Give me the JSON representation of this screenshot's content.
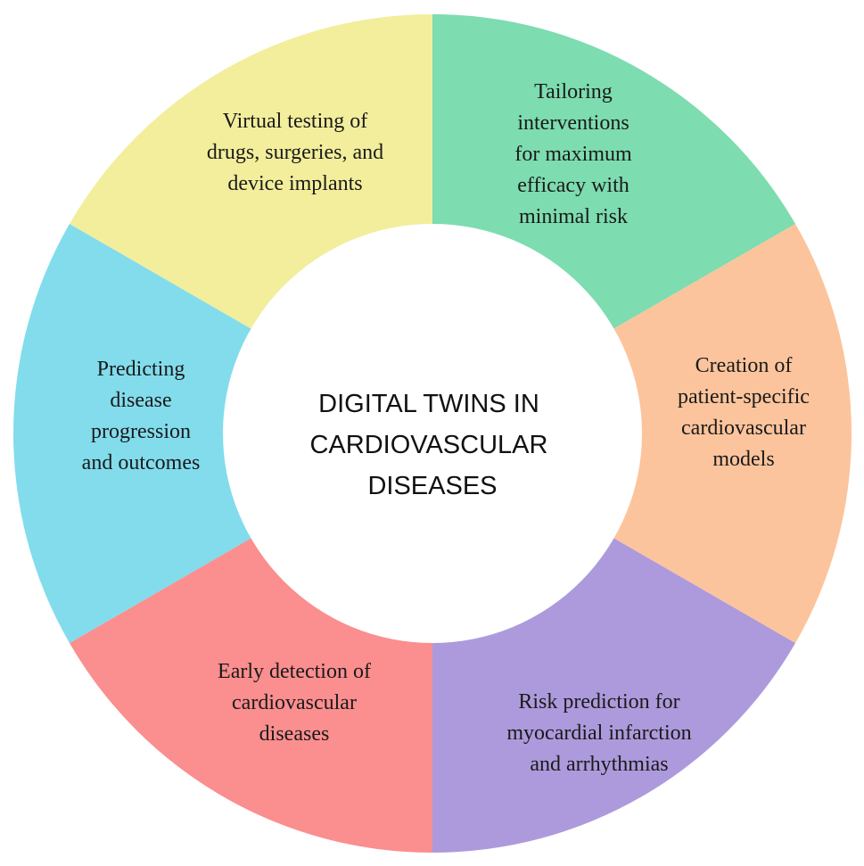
{
  "center": {
    "lines": [
      "DIGITAL TWINS IN",
      "CARDIOVASCULAR",
      "DISEASES"
    ]
  },
  "segments": [
    {
      "key": "tailoring",
      "color": "#7ddcb0",
      "lines": [
        "Tailoring",
        "interventions",
        "for maximum",
        "efficacy with",
        "minimal risk"
      ]
    },
    {
      "key": "creation",
      "color": "#fcc49c",
      "lines": [
        "Creation of",
        "patient-specific",
        "cardiovascular",
        "models"
      ]
    },
    {
      "key": "risk",
      "color": "#ad9adc",
      "lines": [
        "Risk prediction for",
        "myocardial infarction",
        "and arrhythmias"
      ]
    },
    {
      "key": "early",
      "color": "#fb8e8e",
      "lines": [
        "Early detection of",
        "cardiovascular",
        "diseases"
      ]
    },
    {
      "key": "predicting",
      "color": "#82dcec",
      "lines": [
        "Predicting",
        "disease",
        "progression",
        "and outcomes"
      ]
    },
    {
      "key": "virtual",
      "color": "#f2ee9c",
      "lines": [
        "Virtual testing of",
        "drugs, surgeries, and",
        "device implants"
      ]
    }
  ]
}
